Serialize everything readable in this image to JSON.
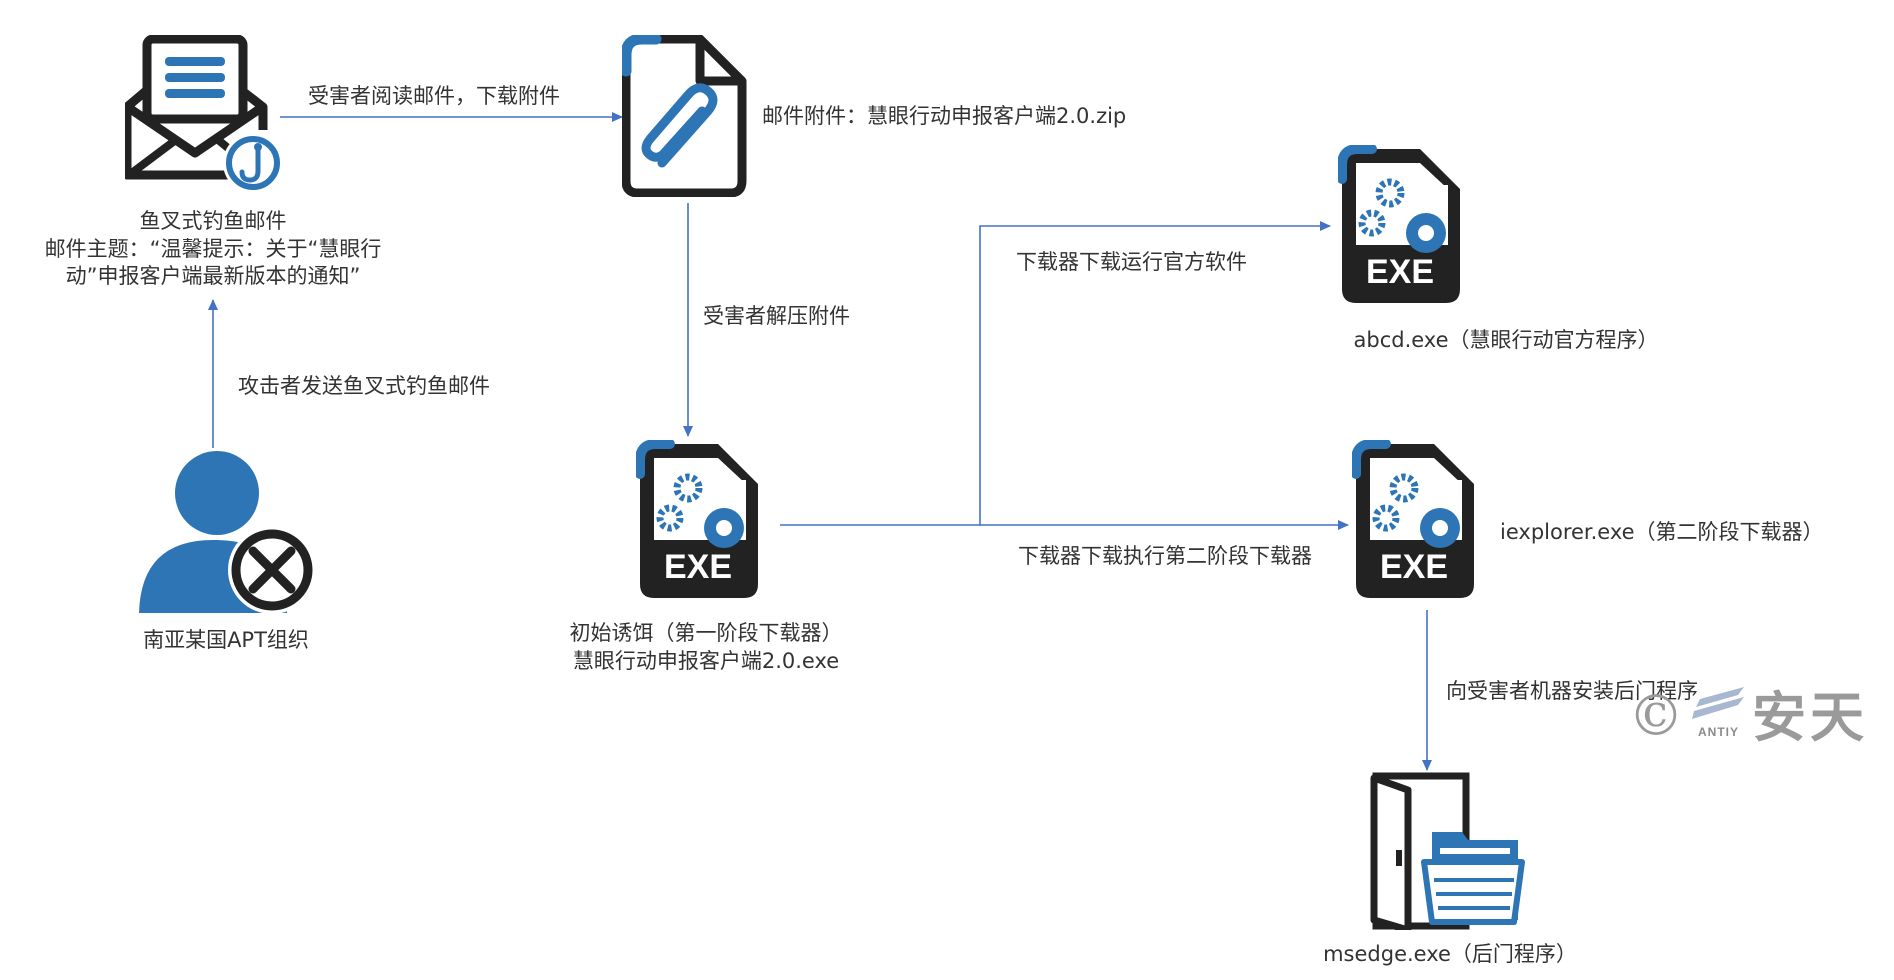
{
  "nodes": {
    "email": {
      "title": "鱼叉式钓鱼邮件",
      "subject_line1": "邮件主题：“温馨提示：关于“慧眼行",
      "subject_line2": "动”申报客户端最新版本的通知”"
    },
    "attachment": {
      "label": "邮件附件：慧眼行动申报客户端2.0.zip"
    },
    "attacker": {
      "label": "南亚某国APT组织"
    },
    "decoy": {
      "line1": "初始诱饵（第一阶段下载器）",
      "line2": "慧眼行动申报客户端2.0.exe"
    },
    "abcd": {
      "label": "abcd.exe（慧眼行动官方程序）",
      "badge": "EXE"
    },
    "iexplorer": {
      "label": "iexplorer.exe（第二阶段下载器）",
      "badge": "EXE"
    },
    "msedge": {
      "label": "msedge.exe（后门程序）"
    },
    "decoy_badge": "EXE"
  },
  "edges": {
    "read_download": "受害者阅读邮件，下载附件",
    "send_phish": "攻击者发送鱼叉式钓鱼邮件",
    "unzip": "受害者解压附件",
    "run_official": "下载器下载运行官方软件",
    "run_stage2": "下载器下载执行第二阶段下载器",
    "install_backdoor": "向受害者机器安装后门程序"
  },
  "watermark": {
    "brand": "安天",
    "sub": "ANTIY",
    "symbol": "©"
  },
  "colors": {
    "icon_dark": "#222222",
    "accent_blue": "#2e75b6",
    "arrow": "#4472c4",
    "text": "#333333"
  }
}
